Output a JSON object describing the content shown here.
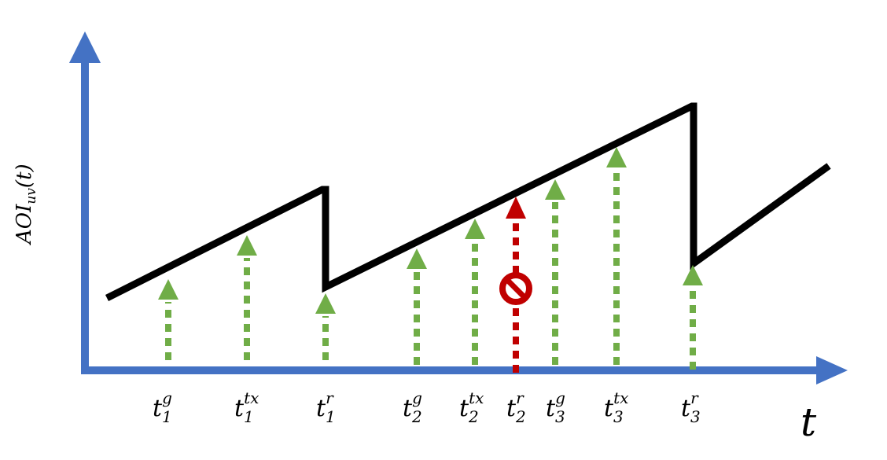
{
  "axes": {
    "y_label": "AOI",
    "y_label_sub": "uv",
    "y_label_arg": "(t)",
    "x_label": "t",
    "color": "#4472C4"
  },
  "colors": {
    "aoi_line": "#000000",
    "success_arrow": "#70AD47",
    "failed_arrow": "#C00000"
  },
  "events": [
    {
      "sup": "g",
      "sub": "1",
      "status": "ok"
    },
    {
      "sup": "tx",
      "sub": "1",
      "status": "ok"
    },
    {
      "sup": "r",
      "sub": "1",
      "status": "ok"
    },
    {
      "sup": "g",
      "sub": "2",
      "status": "ok"
    },
    {
      "sup": "tx",
      "sub": "2",
      "status": "ok"
    },
    {
      "sup": "r",
      "sub": "2",
      "status": "failed",
      "icon": "blocked-icon"
    },
    {
      "sup": "g",
      "sub": "3",
      "status": "ok"
    },
    {
      "sup": "tx",
      "sub": "3",
      "status": "ok"
    },
    {
      "sup": "r",
      "sub": "3",
      "status": "ok"
    }
  ],
  "tick_base": "t"
}
